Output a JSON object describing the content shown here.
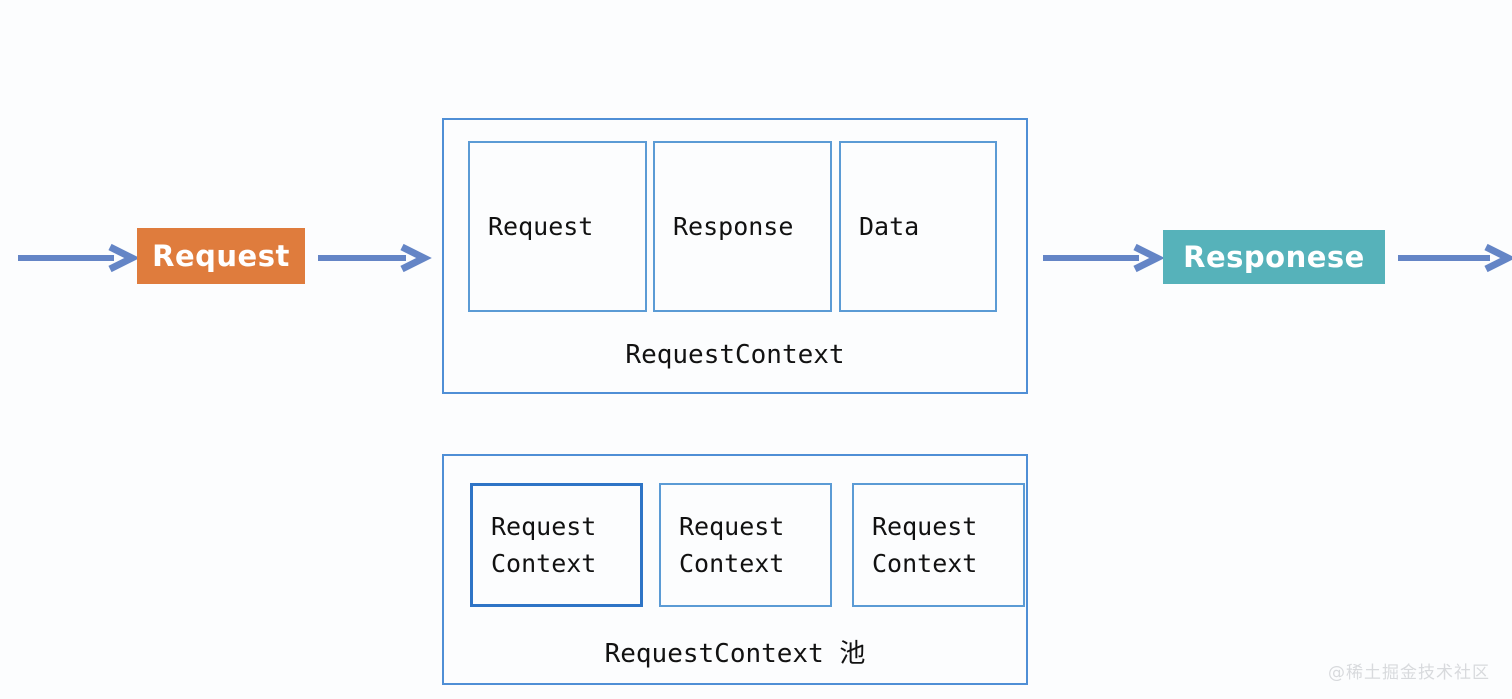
{
  "diagram": {
    "background_color": "#fcfdfe",
    "accent_blue": "#5b9bd5",
    "arrow_color": "#6485c6",
    "request_fill": "#df7c3d",
    "response_fill": "#56b2ba"
  },
  "flow": {
    "request_box": {
      "label": "Request",
      "fill": "#df7c3d",
      "text_color": "#ffffff"
    },
    "response_box": {
      "label": "Responese",
      "fill": "#56b2ba",
      "text_color": "#ffffff"
    },
    "arrows": [
      {
        "name": "arrow-into-request"
      },
      {
        "name": "arrow-request-to-context"
      },
      {
        "name": "arrow-context-to-response"
      },
      {
        "name": "arrow-out-of-response"
      }
    ]
  },
  "context_group": {
    "label": "RequestContext",
    "cells": [
      {
        "text": "Request"
      },
      {
        "text": "Response"
      },
      {
        "text": "Data"
      }
    ]
  },
  "pool_group": {
    "label": "RequestContext 池",
    "cells": [
      {
        "text": "Request\nContext",
        "selected": true
      },
      {
        "text": "Request\nContext",
        "selected": false
      },
      {
        "text": "Request\nContext",
        "selected": false
      }
    ]
  },
  "watermark": {
    "text": "@稀土掘金技术社区"
  }
}
